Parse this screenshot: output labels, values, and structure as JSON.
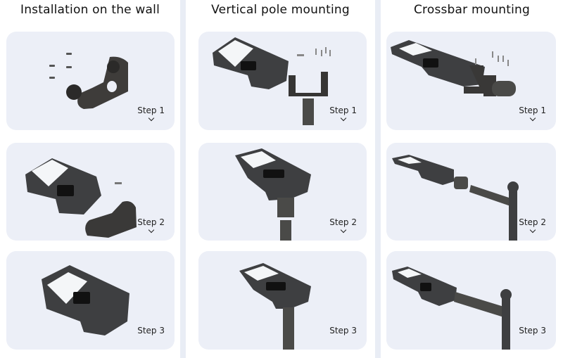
{
  "columns": [
    {
      "title": "Installation on the wall",
      "steps": [
        {
          "label": "Step 1",
          "has_chevron": true,
          "image": "wall-bracket-with-screws"
        },
        {
          "label": "Step 2",
          "has_chevron": true,
          "image": "solar-light-and-wall-bracket"
        },
        {
          "label": "Step 3",
          "has_chevron": false,
          "image": "solar-light-mounted-on-wall"
        }
      ]
    },
    {
      "title": "Vertical pole mounting",
      "steps": [
        {
          "label": "Step 1",
          "has_chevron": true,
          "image": "solar-light-with-pole-bracket-and-screws"
        },
        {
          "label": "Step 2",
          "has_chevron": true,
          "image": "solar-light-on-pole-adapter-above-pole"
        },
        {
          "label": "Step 3",
          "has_chevron": false,
          "image": "solar-light-mounted-on-vertical-pole"
        }
      ]
    },
    {
      "title": "Crossbar mounting",
      "steps": [
        {
          "label": "Step 1",
          "has_chevron": true,
          "image": "solar-light-with-crossbar-bracket-and-screws"
        },
        {
          "label": "Step 2",
          "has_chevron": true,
          "image": "solar-light-and-crossbar-arm"
        },
        {
          "label": "Step 3",
          "has_chevron": false,
          "image": "solar-light-mounted-on-crossbar"
        }
      ]
    }
  ],
  "colors": {
    "card_bg": "#eceff7",
    "gutter": "#e9edf5",
    "page_bg": "#ffffff",
    "fixture": "#3d3f42",
    "text": "#1a1a1a"
  }
}
